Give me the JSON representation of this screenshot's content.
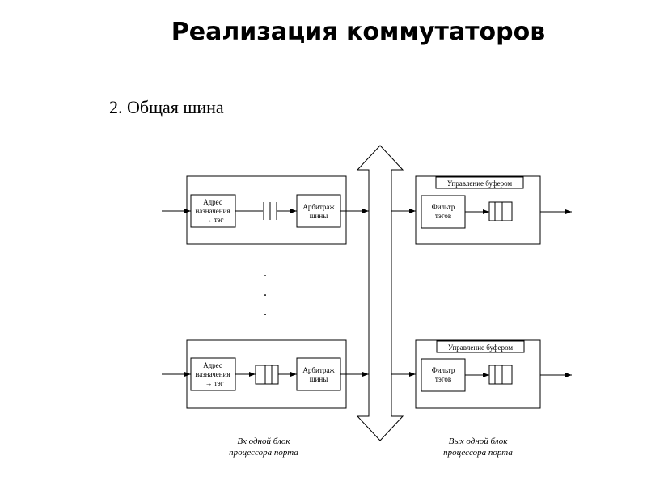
{
  "page": {
    "title": "Реализация коммутаторов",
    "subtitle": "2. Общая шина"
  },
  "diagram": {
    "input_unit": {
      "addr_lines": [
        "Адрес",
        "назначения",
        "→ тэг"
      ],
      "arbiter_lines": [
        "Арбитраж",
        "шины"
      ]
    },
    "output_unit": {
      "buffer_control": "Управление буфером",
      "filter_lines": [
        "Фильтр",
        "тэгов"
      ]
    },
    "ellipsis": ".",
    "captions": {
      "input": [
        "Вх одной блок",
        "процессора порта"
      ],
      "output": [
        "Вых одной блок",
        "процессора порта"
      ]
    }
  },
  "colors": {
    "line": "#000000",
    "background": "#ffffff"
  }
}
